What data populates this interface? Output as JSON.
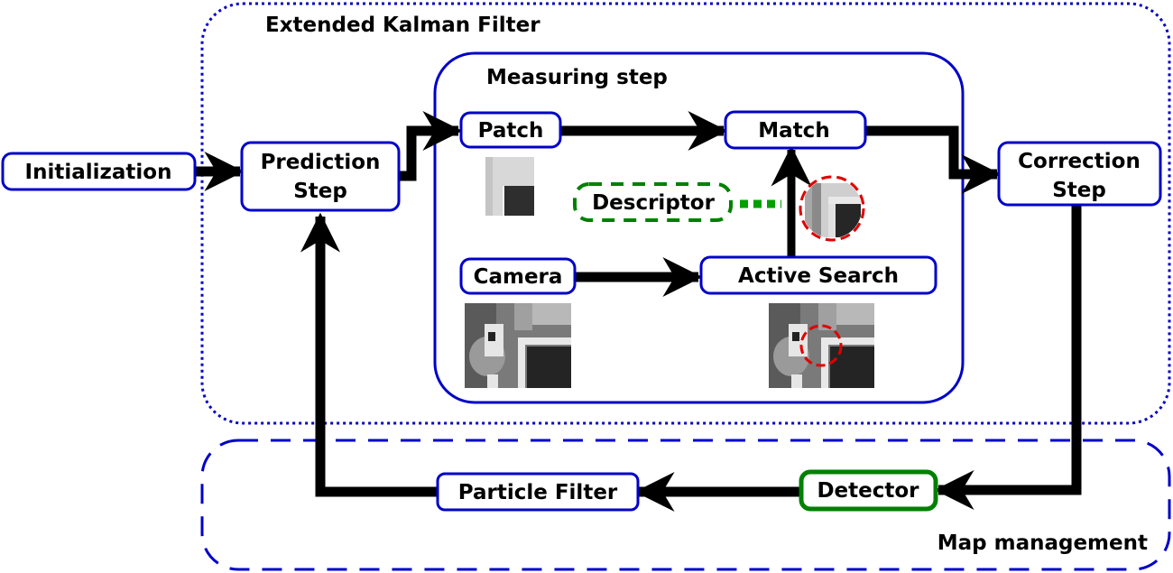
{
  "groups": {
    "ekf": {
      "title": "Extended Kalman Filter"
    },
    "measuring": {
      "title": "Measuring step"
    },
    "map": {
      "title": "Map management"
    }
  },
  "nodes": {
    "initialization": "Initialization",
    "prediction_line1": "Prediction",
    "prediction_line2": "Step",
    "patch": "Patch",
    "match": "Match",
    "descriptor": "Descriptor",
    "camera": "Camera",
    "active_search": "Active Search",
    "correction_line1": "Correction",
    "correction_line2": "Step",
    "particle_filter": "Particle Filter",
    "detector": "Detector"
  },
  "colors": {
    "box_border": "#0000c8",
    "detector_border": "#008000",
    "descriptor_border": "#008000",
    "highlight_circle": "#e00000",
    "arrow": "#000000"
  },
  "edges": [
    {
      "from": "Initialization",
      "to": "Prediction Step"
    },
    {
      "from": "Prediction Step",
      "to": "Patch"
    },
    {
      "from": "Patch",
      "to": "Match"
    },
    {
      "from": "Camera",
      "to": "Active Search"
    },
    {
      "from": "Active Search",
      "to": "Match"
    },
    {
      "from": "Descriptor",
      "to": "Match patch",
      "style": "dotted"
    },
    {
      "from": "Match",
      "to": "Correction Step"
    },
    {
      "from": "Correction Step",
      "to": "Detector"
    },
    {
      "from": "Detector",
      "to": "Particle Filter"
    },
    {
      "from": "Particle Filter",
      "to": "Prediction Step"
    }
  ]
}
